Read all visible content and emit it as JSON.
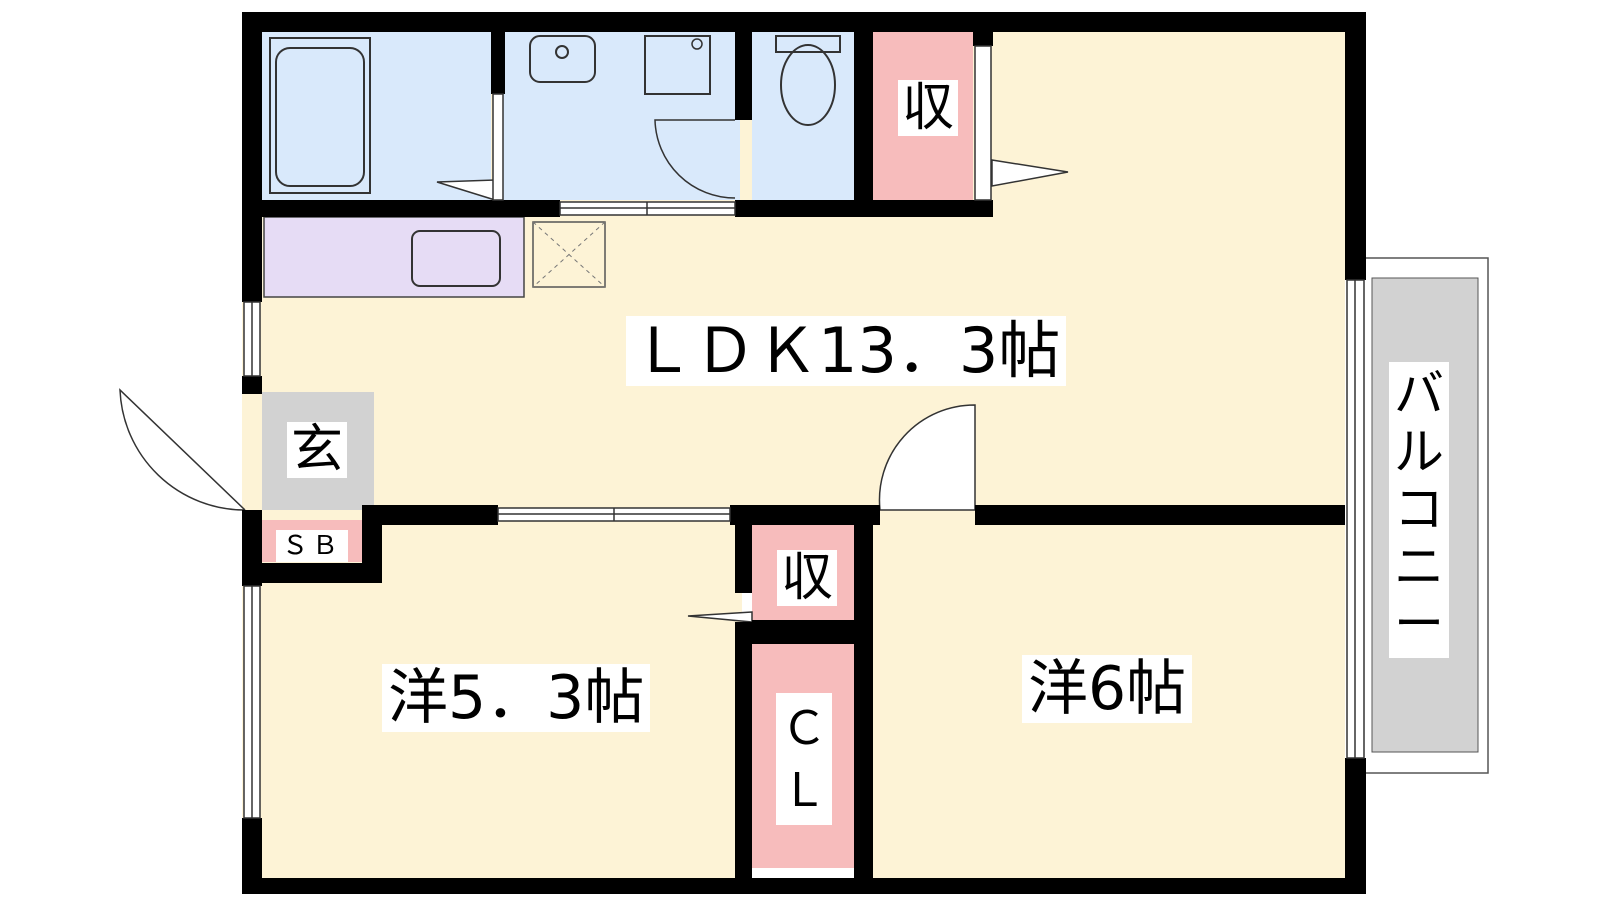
{
  "rooms": {
    "ldk": "ＬＤＫ13．3帖",
    "western_a": "洋5．3帖",
    "western_b": "洋6帖",
    "storage_top": "収",
    "storage_mid": "収",
    "entrance": "玄",
    "shoe_box": "ＳＢ",
    "closet": "ＣＬ",
    "balcony": "バルコニー"
  },
  "colors": {
    "living": "#fdf3d6",
    "wet_area": "#d9e9fb",
    "storage": "#f7bcbc",
    "kitchen": "#e6dcf5",
    "entrance": "#d2d2d2",
    "wall": "#000000"
  }
}
